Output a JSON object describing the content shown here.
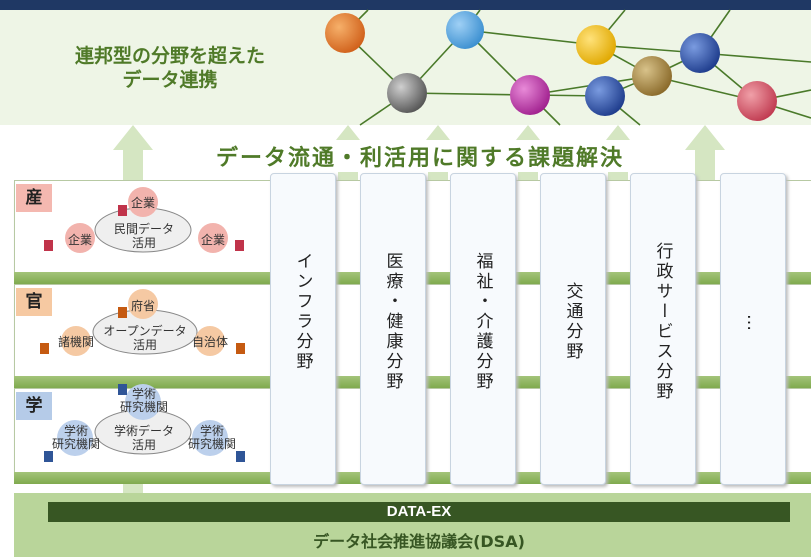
{
  "top_title": "連邦型の分野を超えた\nデータ連携",
  "mid_title": "データ流通・利活用に関する課題解決",
  "sectors": [
    {
      "tag": "産",
      "tag_color": "#f4b8b0",
      "cloud": "民間データ\n活用",
      "top": "企業",
      "left": "企業",
      "right": "企業",
      "node_color": "#f2b3ad",
      "db_color": "#c0334a"
    },
    {
      "tag": "官",
      "tag_color": "#f6c9a2",
      "cloud": "オープンデータ\n活用",
      "top": "府省",
      "left": "諸機関",
      "right": "自治体",
      "node_color": "#f5c9a3",
      "db_color": "#c55a11"
    },
    {
      "tag": "学",
      "tag_color": "#b5cbe8",
      "cloud": "学術データ\n活用",
      "top": "学術\n研究機関",
      "left": "学術\n研究機関",
      "right": "学術\n研究機関",
      "node_color": "#bcd0ec",
      "db_color": "#2f5597"
    }
  ],
  "pillars": [
    "インフラ分野",
    "医療・健康分野",
    "福祉・介護分野",
    "交通分野",
    "行政サービス分野",
    "…"
  ],
  "bottom": {
    "dataex": "DATA-EX",
    "dsa": "データ社会推進協議会(DSA)"
  },
  "colors": {
    "accent_green": "#4f7a28",
    "dark_green": "#375623",
    "navy": "#1f3864"
  }
}
